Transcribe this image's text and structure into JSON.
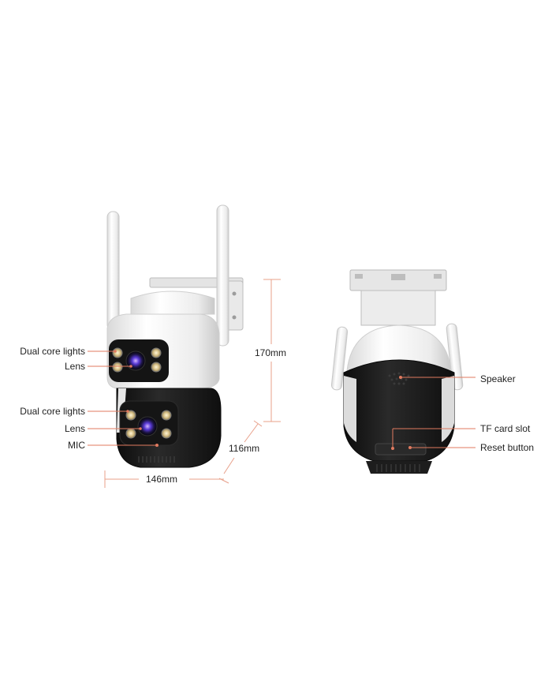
{
  "front_view": {
    "labels": {
      "dual_core_lights_top": "Dual core lights",
      "lens_top": "Lens",
      "dual_core_lights_bottom": "Dual core lights",
      "lens_bottom": "Lens",
      "mic": "MIC"
    },
    "dimensions": {
      "height": "170mm",
      "depth": "116mm",
      "width": "146mm"
    }
  },
  "back_view": {
    "labels": {
      "speaker": "Speaker",
      "tf_card_slot": "TF card slot",
      "reset_button": "Reset button"
    }
  },
  "colors": {
    "callout_line": "#e07a5f",
    "dimension_line": "#e8a08a",
    "camera_white": "#f2f2f2",
    "camera_black": "#1b1b1b"
  }
}
